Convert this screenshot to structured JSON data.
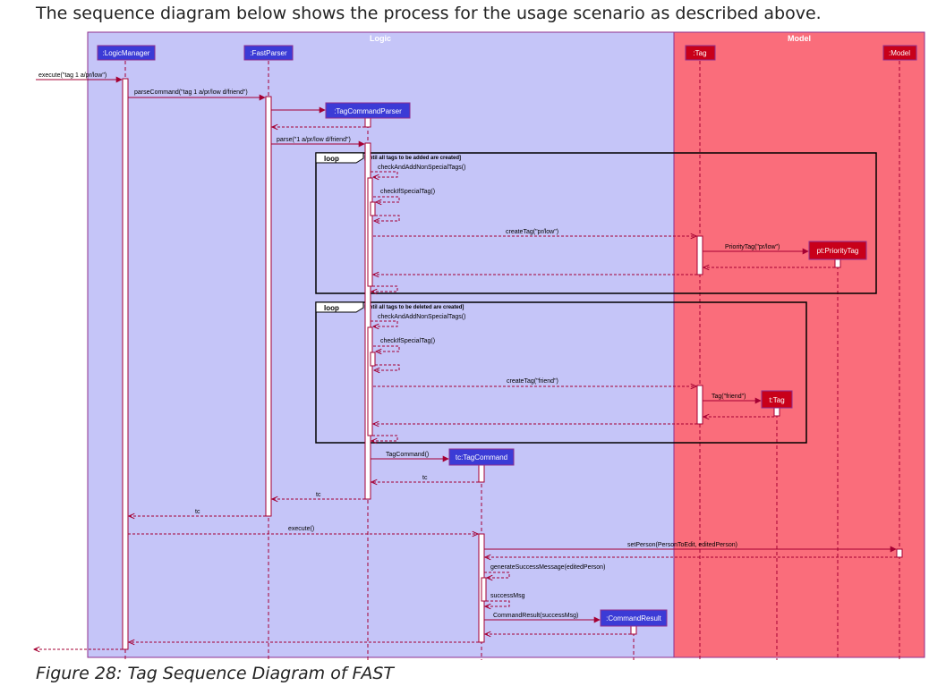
{
  "intro_text": "The sequence diagram below shows the process for the usage scenario as described above.",
  "caption": "Figure 28: Tag Sequence Diagram of FAST",
  "colors": {
    "logic_box": "#c5c5f8",
    "model_box": "#fa6d7b",
    "participant_fill": "#3b3bd6",
    "model_participant_fill": "#c8001a",
    "message_line": "#a50033",
    "text": "#000000"
  },
  "groups": {
    "logic": "Logic",
    "model": "Model"
  },
  "participants": {
    "logic_manager": ":LogicManager",
    "fast_parser": ":FastParser",
    "tag_command_parser": ":TagCommandParser",
    "tag_command": "tc:TagCommand",
    "command_result": ":CommandResult",
    "tag": ":Tag",
    "priority_tag": "pt:PriorityTag",
    "t_tag": "t:Tag",
    "model": ":Model"
  },
  "loops": {
    "keyword": "loop",
    "guard_add": "[until all tags to be added are created]",
    "guard_delete": "[until all tags to be deleted are created]"
  },
  "messages": {
    "execute_tag": "execute(\"tag 1 a/pr/low\")",
    "parse_command": "parseCommand(\"tag 1 a/pr/low d/friend\")",
    "parse": "parse(\"1 a/pr/low d/friend\")",
    "check_add_1": "checkAndAddNonSpecialTags()",
    "check_special_1": "checkIfSpecialTag()",
    "create_tag_prlow": "createTag(\"pr/low\")",
    "priority_tag": "PriorityTag(\"pr/low\")",
    "check_add_2": "checkAndAddNonSpecialTags()",
    "check_special_2": "checkIfSpecialTag()",
    "create_tag_friend": "createTag(\"friend\")",
    "tag_friend": "Tag(\"friend\")",
    "tag_command": "TagCommand()",
    "tc_1": "tc",
    "tc_2": "tc",
    "tc_3": "tc",
    "execute": "execute()",
    "set_person": "setPerson(PersonToEdit, editedPerson)",
    "generate_success": "generateSuccessMessage(editedPerson)",
    "success_msg": "successMsg",
    "command_result": "CommandResult(successMsg)"
  }
}
